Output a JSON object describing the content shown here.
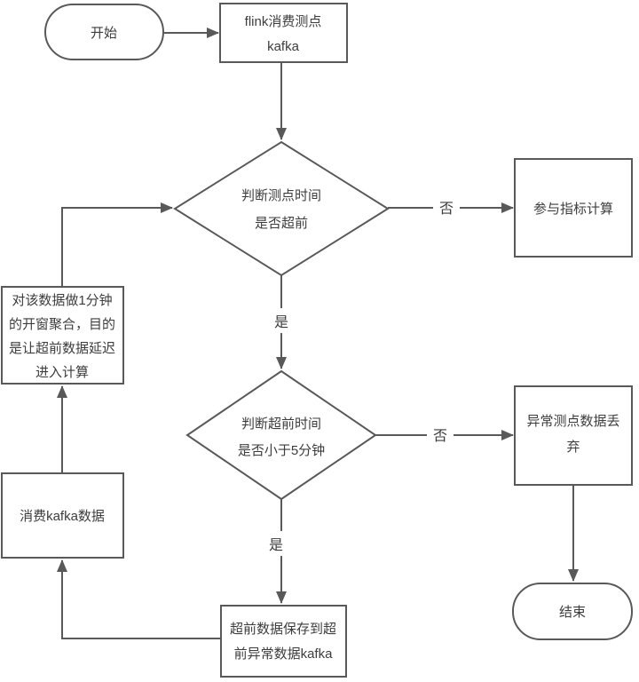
{
  "flowchart": {
    "colors": {
      "line": "#595959",
      "text": "#3d3d3d",
      "node_fill": "#ffffff",
      "background": "#ffffff"
    },
    "nodes": {
      "start": {
        "shape": "stadium",
        "label": "开始"
      },
      "flink_consume": {
        "shape": "process",
        "lines": [
          "flink消费测点",
          "kafka"
        ]
      },
      "decision_time_ahead": {
        "shape": "decision",
        "lines": [
          "判断测点时间",
          "是否超前"
        ]
      },
      "metric_calculation": {
        "shape": "process",
        "label": "参与指标计算"
      },
      "decision_less_5min": {
        "shape": "decision",
        "lines": [
          "判断超前时间",
          "是否小于5分钟"
        ]
      },
      "abnormal_discard": {
        "shape": "process",
        "lines": [
          "异常测点数据丢",
          "弃"
        ]
      },
      "end": {
        "shape": "stadium",
        "label": "结束"
      },
      "save_ahead_kafka": {
        "shape": "process",
        "lines": [
          "超前数据保存到超",
          "前异常数据kafka"
        ]
      },
      "consume_kafka": {
        "shape": "process",
        "label": "消费kafka数据"
      },
      "window_aggregation": {
        "shape": "process",
        "lines": [
          "对该数据做1分钟",
          "的开窗聚合，目的",
          "是让超前数据延迟",
          "进入计算"
        ]
      }
    },
    "edge_labels": {
      "decision1_no": "否",
      "decision1_yes": "是",
      "decision2_no": "否",
      "decision2_yes": "是"
    }
  }
}
